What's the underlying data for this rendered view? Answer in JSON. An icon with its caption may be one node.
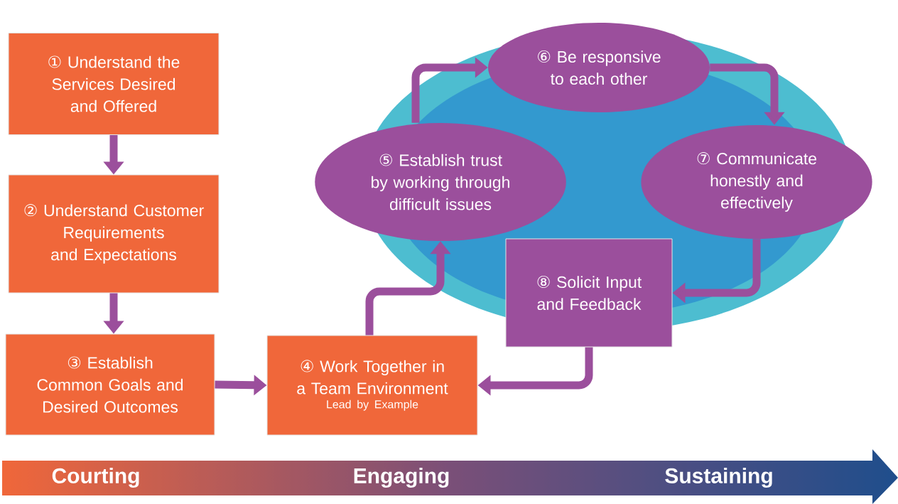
{
  "diagram": {
    "nodes": [
      {
        "text": [
          "① Understand the Services Desired and Offered"
        ]
      },
      {
        "text": [
          "② Understand Customer Requirements and Expectations"
        ]
      },
      {
        "text": [
          "③ Establish Common Goals and Desired Outcomes"
        ]
      },
      {
        "text": [
          "④ Work Together in a Team Environment",
          "Lead by Example"
        ]
      },
      {
        "text": [
          "⑤ Establish trust by working through difficult issues"
        ]
      },
      {
        "text": [
          "⑥ Be responsive to each other"
        ]
      },
      {
        "text": [
          "⑦ Communicate honestly and effectively"
        ]
      },
      {
        "text": [
          "⑧ Solicit Input and Feedback"
        ]
      }
    ],
    "edges": [
      {
        "from": 0,
        "to": 1,
        "arrow": "to"
      },
      {
        "from": 1,
        "to": 2,
        "arrow": "to"
      },
      {
        "from": 2,
        "to": 3,
        "arrow": "to"
      },
      {
        "from": 3,
        "to": 4,
        "arrow": "to"
      },
      {
        "from": 4,
        "to": 5,
        "arrow": "to"
      },
      {
        "from": 5,
        "to": 6,
        "arrow": "to"
      },
      {
        "from": 6,
        "to": 7,
        "arrow": "to"
      },
      {
        "from": 7,
        "to": 3,
        "arrow": "to"
      }
    ],
    "labels": [
      "Courting",
      "Engaging",
      "Sustaining"
    ]
  }
}
